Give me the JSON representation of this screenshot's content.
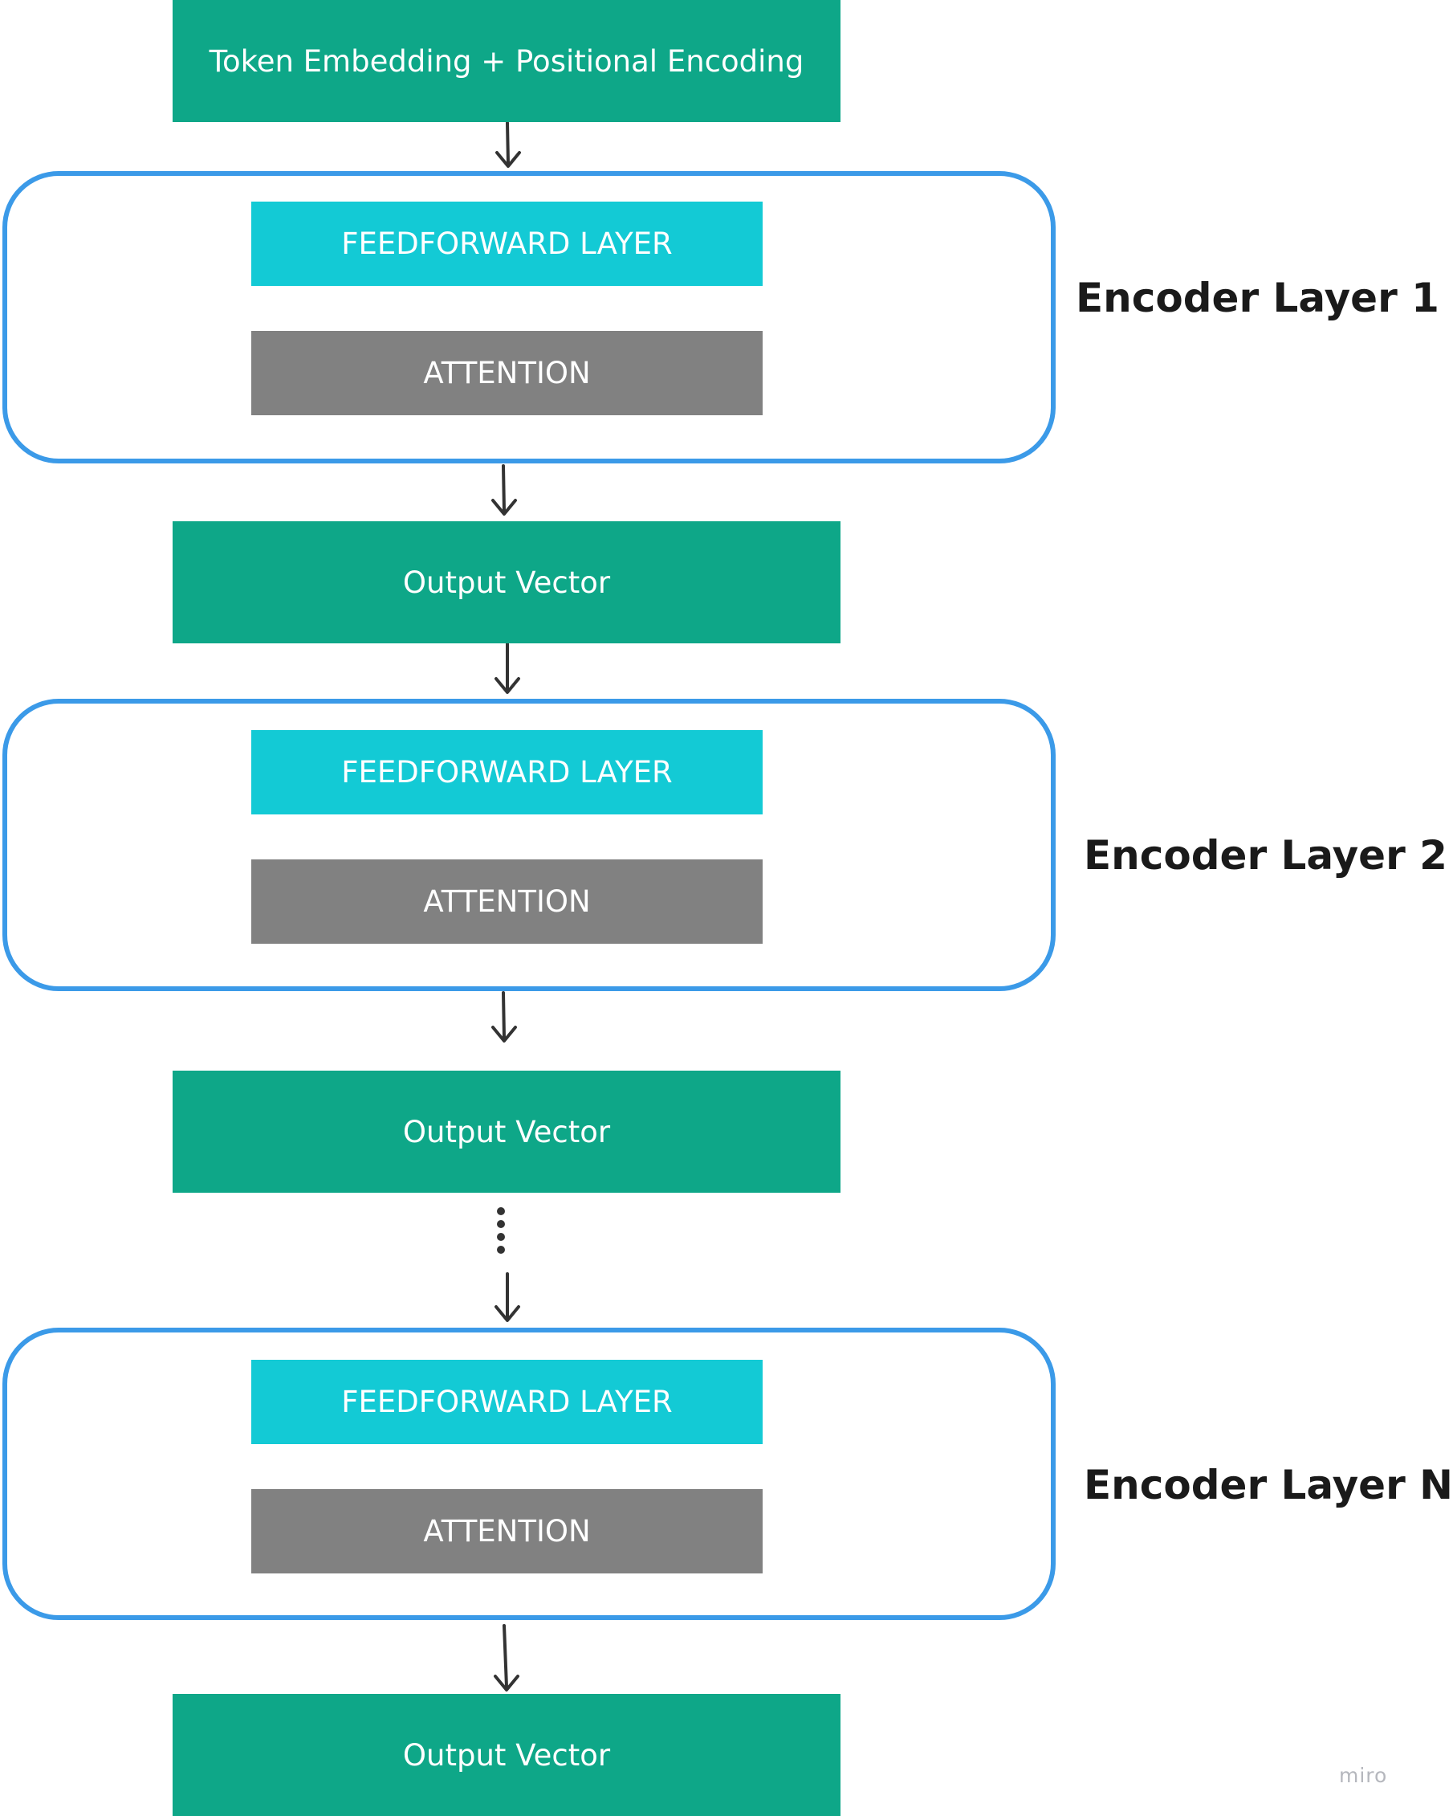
{
  "colors": {
    "vector_box": "#0ea788",
    "feedforward_box": "#13cad5",
    "attention_box": "#818181",
    "layer_border": "#3b9ae8",
    "arrow": "#333333",
    "label_text": "#1a1a1a",
    "watermark": "#b5b7bd"
  },
  "input_block": {
    "label": "Token Embedding + Positional Encoding"
  },
  "encoder_layers": [
    {
      "title": "Encoder Layer 1",
      "feedforward": "FEEDFORWARD LAYER",
      "attention": "ATTENTION",
      "output": "Output Vector"
    },
    {
      "title": "Encoder Layer 2",
      "feedforward": "FEEDFORWARD LAYER",
      "attention": "ATTENTION",
      "output": "Output Vector"
    },
    {
      "title": "Encoder Layer N",
      "feedforward": "FEEDFORWARD LAYER",
      "attention": "ATTENTION",
      "output": "Output Vector"
    }
  ],
  "icons": {
    "arrow": "arrow-down-icon",
    "ellipsis": "vertical-ellipsis-icon"
  },
  "watermark": "miro"
}
